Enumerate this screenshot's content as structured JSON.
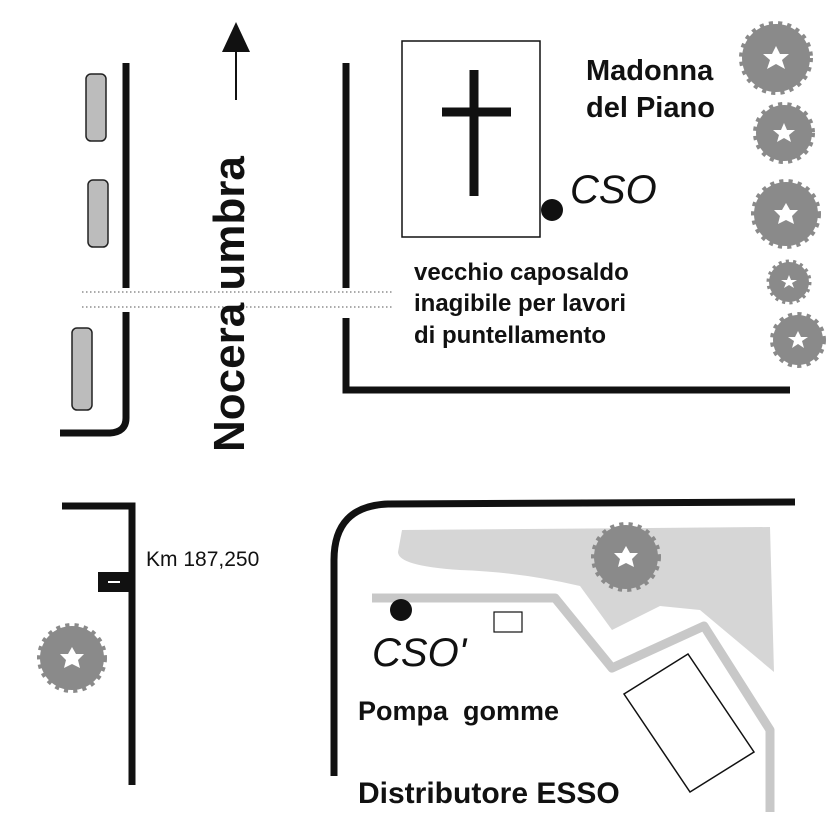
{
  "road": {
    "name": "Nocera umbra"
  },
  "church": {
    "name_line1": "Madonna",
    "name_line2": "del Piano"
  },
  "benchmarks": {
    "cso_label": "CSO",
    "cso_prime_label": "CSO'",
    "note_line1": "vecchio caposaldo",
    "note_line2": "inagibile per lavori",
    "note_line3": "di puntellamento"
  },
  "kilometer_marker": {
    "label": "Km 187,250"
  },
  "gas_station": {
    "pump_label": "Pompa  gomme",
    "name": "Distributore ESSO"
  },
  "colors": {
    "line": "#111111",
    "tree": "#8a8a8a",
    "tree_dark": "#6e6e6e",
    "apron": "#d6d6d6",
    "drive": "#c8c8c8",
    "bench": "#bcbcbc"
  }
}
